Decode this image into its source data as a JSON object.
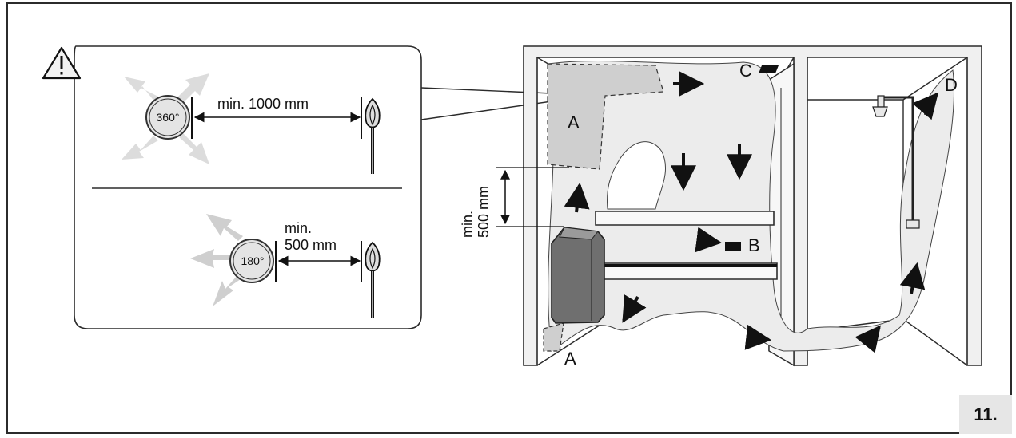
{
  "figure_number": "11.",
  "inset": {
    "clearance_360": {
      "angle_label": "360°",
      "distance_label": "min. 1000 mm"
    },
    "clearance_180": {
      "angle_label": "180°",
      "distance_label_line1": "min.",
      "distance_label_line2": "500 mm"
    }
  },
  "sauna": {
    "vertical_dimension_line1": "min.",
    "vertical_dimension_line2": "500 mm",
    "label_a": "A",
    "label_b": "B",
    "label_c": "C",
    "label_d": "D"
  },
  "colors": {
    "line": "#2b2b2b",
    "air_flow": "#e6e6e6",
    "zone_a": "#cfcfcf",
    "heater": "#6f6f6f",
    "warning": "#f2f2f2"
  }
}
